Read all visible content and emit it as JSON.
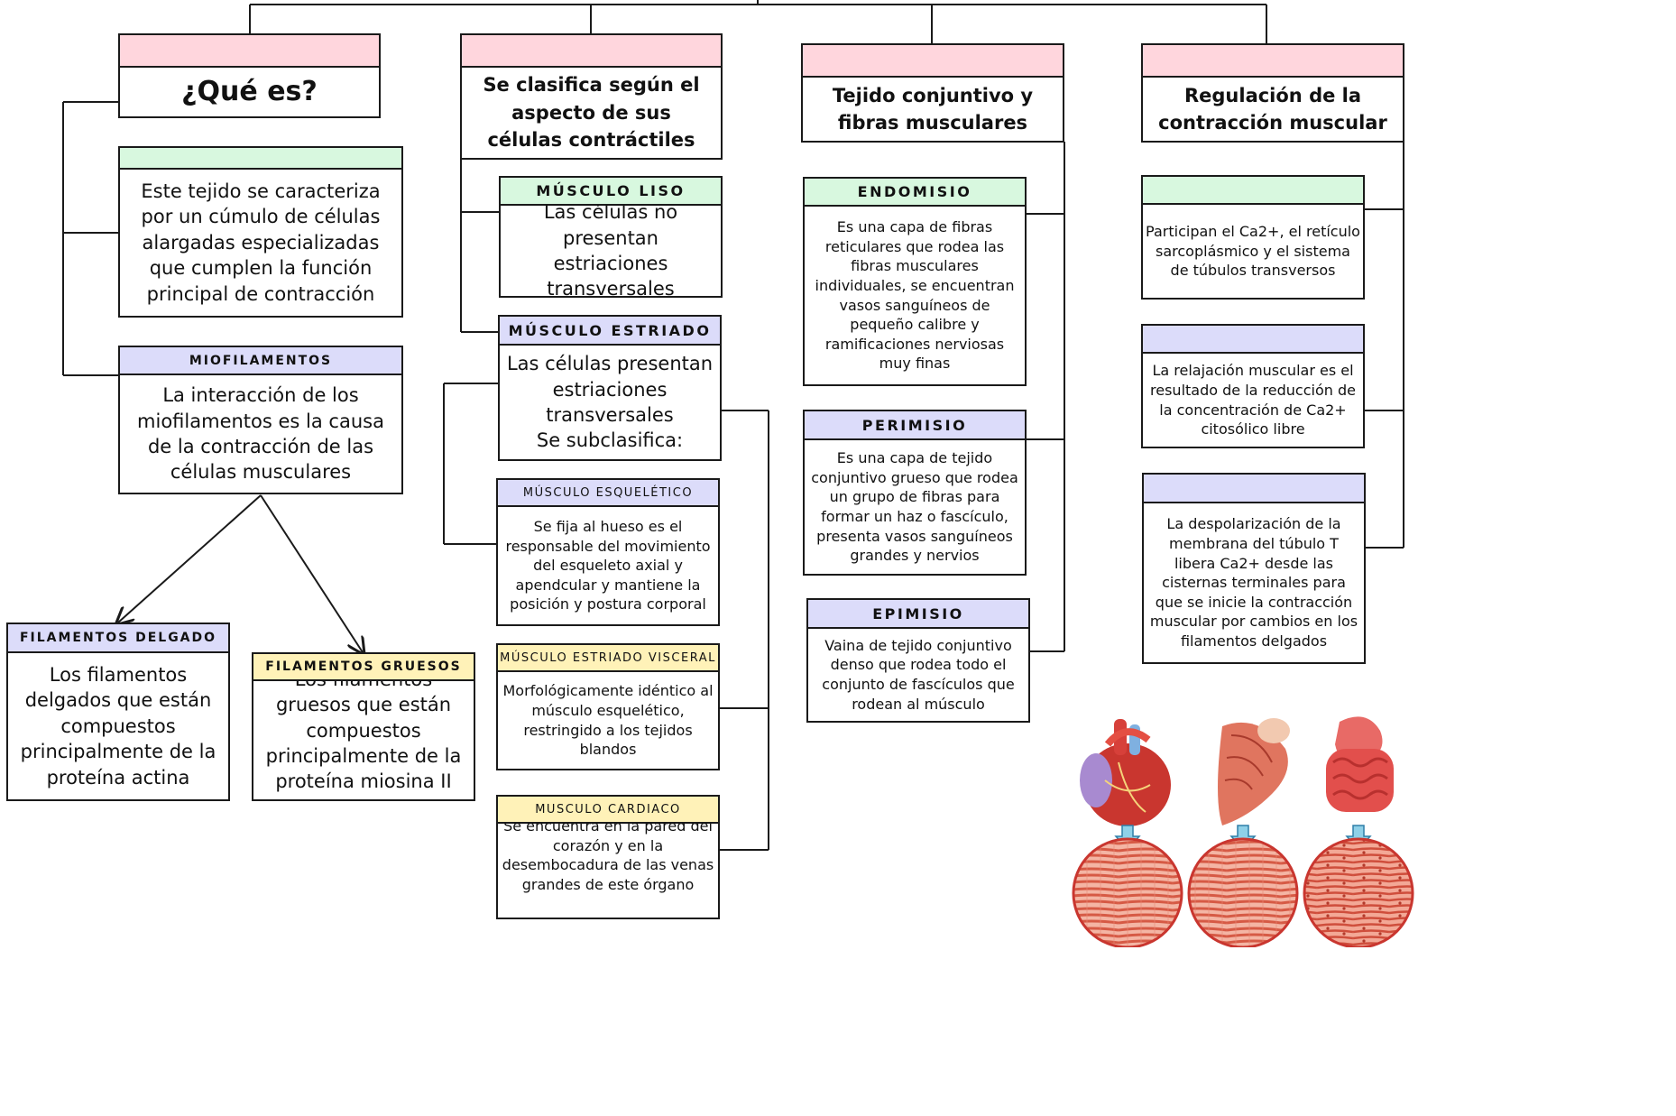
{
  "columns": {
    "que_es": {
      "title": "¿Qué es?",
      "definicion": "Este tejido se caracteriza por un cúmulo de células alargadas especializadas que cumplen la función principal de contracción",
      "miofilamentos": {
        "label": "MIOFILAMENTOS",
        "text": "La interacción de los miofilamentos es la causa de la contracción de las células musculares"
      },
      "filamentos_delgado": {
        "label": "FILAMENTOS DELGADO",
        "text": "Los filamentos delgados que están compuestos principalmente de la proteína actina"
      },
      "filamentos_gruesos": {
        "label": "FILAMENTOS GRUESOS",
        "text": "Los filamentos gruesos que están compuestos principalmente de la proteína miosina II"
      }
    },
    "clasificacion": {
      "title": "Se clasifica según el aspecto de sus células contráctiles",
      "liso": {
        "label": "MÚSCULO LISO",
        "text": "Las células no presentan estriaciones transversales"
      },
      "estriado": {
        "label": "MÚSCULO ESTRIADO",
        "text_1": "Las células presentan estriaciones transversales",
        "text_2": "Se subclasifica:"
      },
      "esqueletico": {
        "label": "MÚSCULO ESQUELÉTICO",
        "text": "Se fija al hueso es el responsable del movimiento del esqueleto axial y apendcular y mantiene la posición y postura corporal"
      },
      "visceral": {
        "label": "MÚSCULO ESTRIADO VISCERAL",
        "text": "Morfológicamente idéntico al músculo esquelético, restringido a los tejidos blandos"
      },
      "cardiaco": {
        "label": "MUSCULO CARDIACO",
        "text": "Se encuentra en la pared del corazón y en la desembocadura de las venas grandes de este órgano"
      }
    },
    "tejido": {
      "title": "Tejido conjuntivo y fibras musculares",
      "endomisio": {
        "label": "ENDOMISIO",
        "text": "Es una capa de fibras reticulares que rodea las fibras musculares individuales, se encuentran vasos sanguíneos de pequeño calibre y ramificaciones nerviosas muy finas"
      },
      "perimisio": {
        "label": "PERIMISIO",
        "text": "Es una capa de tejido conjuntivo grueso que rodea un grupo de fibras para formar un haz o fascículo, presenta vasos sanguíneos grandes y nervios"
      },
      "epimisio": {
        "label": "EPIMISIO",
        "text": "Vaina de tejido conjuntivo denso que rodea todo el conjunto de fascículos que rodean al músculo"
      }
    },
    "regulacion": {
      "title": "Regulación de la contracción muscular",
      "item_1": "Participan el Ca2+, el retículo sarcoplásmico y el sistema de túbulos transversos",
      "item_2": "La relajación muscular es el resultado de la reducción de la concentración de Ca2+ citosólico libre",
      "item_3": "La despolarización de la membrana del túbulo T libera Ca2+ desde las cisternas terminales para que se inicie la contracción muscular por cambios en los filamentos delgados"
    }
  },
  "colors": {
    "pink": "#ffd6dd",
    "green": "#d8f8df",
    "lavender": "#dcdcfa",
    "yellow": "#fff2b8"
  },
  "illustration_icons": [
    "heart-icon",
    "arm-muscle-icon",
    "stomach-intestine-icon"
  ]
}
